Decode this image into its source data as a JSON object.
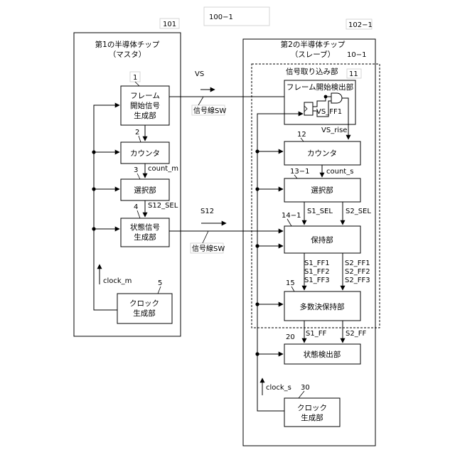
{
  "figure_label": "100−1",
  "chip1": {
    "ref": "101",
    "title_line1": "第1の半導体チップ",
    "title_line2": "（マスタ）",
    "blocks": {
      "frame_gen": {
        "ref": "1",
        "line1": "フレーム",
        "line2": "開始信号",
        "line3": "生成部"
      },
      "counter": {
        "ref": "2",
        "label": "カウンタ"
      },
      "selector": {
        "ref": "3",
        "label": "選択部"
      },
      "state_gen": {
        "ref": "4",
        "line1": "状態信号",
        "line2": "生成部"
      },
      "clock_gen": {
        "ref": "5",
        "line1": "クロック",
        "line2": "生成部"
      }
    },
    "signals": {
      "count": "count_m",
      "sel": "S12_SEL",
      "clock": "clock_m"
    }
  },
  "lines": {
    "vs_label": "VS",
    "vs_line": "信号線SW",
    "s12_label": "S12",
    "s12_line": "信号線SW"
  },
  "chip2": {
    "ref": "102−1",
    "title_line1": "第2の半導体チップ",
    "title_line2": "（スレーブ）",
    "capture": {
      "ref": "10−1",
      "label": "信号取り込み部"
    },
    "blocks": {
      "frame_detect": {
        "ref": "11",
        "label": "フレーム開始検出部",
        "ff": "VS_FF1"
      },
      "counter": {
        "ref": "12",
        "label": "カウンタ"
      },
      "selector": {
        "ref": "13−1",
        "label": "選択部"
      },
      "holder": {
        "ref": "14−1",
        "label": "保持部"
      },
      "majority": {
        "ref": "15",
        "label": "多数決保持部"
      },
      "state_detect": {
        "ref": "20",
        "label": "状態検出部"
      },
      "clock_gen": {
        "ref": "30",
        "line1": "クロック",
        "line2": "生成部"
      }
    },
    "signals": {
      "vs_rise": "VS_rise",
      "count": "count_s",
      "s1_sel": "S1_SEL",
      "s2_sel": "S2_SEL",
      "s1_ff1": "S1_FF1",
      "s1_ff2": "S1_FF2",
      "s1_ff3": "S1_FF3",
      "s2_ff1": "S2_FF1",
      "s2_ff2": "S2_FF2",
      "s2_ff3": "S2_FF3",
      "s1_ff": "S1_FF",
      "s2_ff": "S2_FF",
      "clock": "clock_s"
    }
  }
}
